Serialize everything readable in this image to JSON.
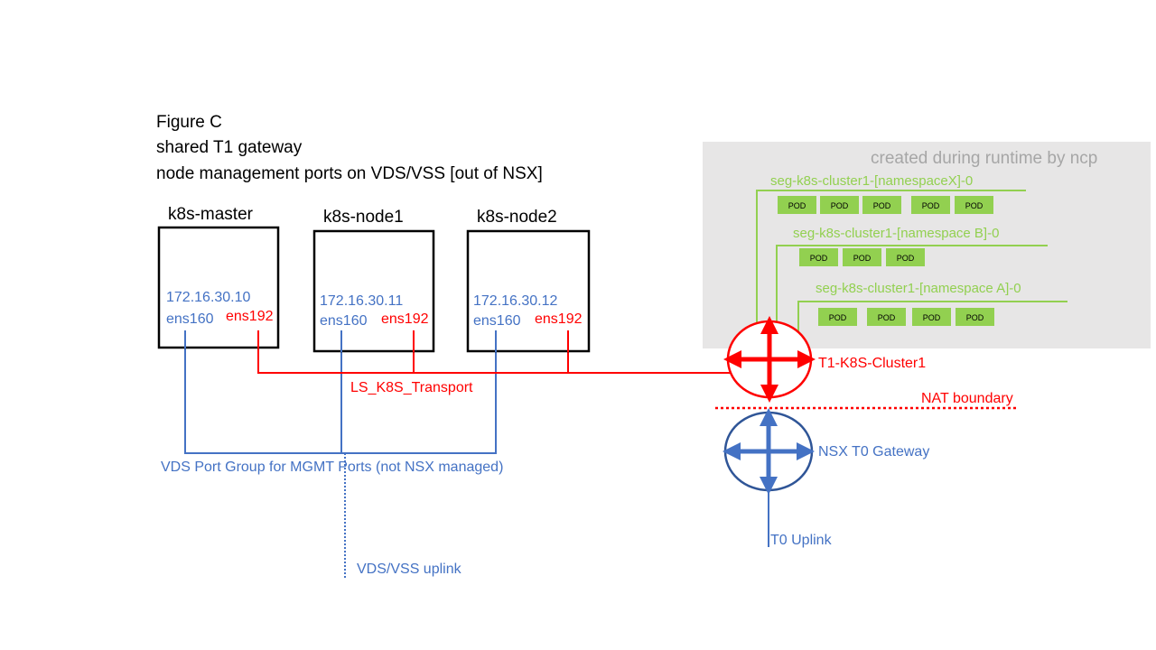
{
  "figure": {
    "title_line1": "Figure C",
    "title_line2": "shared T1 gateway",
    "title_line3": "node management ports on VDS/VSS [out of NSX]"
  },
  "nodes": [
    {
      "name": "k8s-master",
      "ip": "172.16.30.10",
      "mgmt_if": "ens160",
      "transport_if": "ens192"
    },
    {
      "name": "k8s-node1",
      "ip": "172.16.30.11",
      "mgmt_if": "ens160",
      "transport_if": "ens192"
    },
    {
      "name": "k8s-node2",
      "ip": "172.16.30.12",
      "mgmt_if": "ens160",
      "transport_if": "ens192"
    }
  ],
  "runtime_area": {
    "label": "created during runtime by ncp",
    "segments": [
      {
        "label": "seg-k8s-cluster1-[namespaceX]-0",
        "pods": [
          "POD",
          "POD",
          "POD",
          "POD",
          "POD"
        ]
      },
      {
        "label": "seg-k8s-cluster1-[namespace B]-0",
        "pods": [
          "POD",
          "POD",
          "POD"
        ]
      },
      {
        "label": "seg-k8s-cluster1-[namespace A]-0",
        "pods": [
          "POD",
          "POD",
          "POD",
          "POD"
        ]
      }
    ]
  },
  "networks": {
    "transport_label": "LS_K8S_Transport",
    "mgmt_label": "VDS Port Group for MGMT Ports (not NSX managed)",
    "vds_uplink_label": "VDS/VSS uplink",
    "nat_boundary_label": "NAT boundary",
    "t1_label": "T1-K8S-Cluster1",
    "t0_label": "NSX T0 Gateway",
    "t0_uplink_label": "T0 Uplink"
  },
  "colors": {
    "blue": "#4472c4",
    "red": "#ff0000",
    "green": "#92d050",
    "runtime_bg": "#e7e6e6",
    "runtime_text": "#a6a6a6",
    "t0_ring": "#2f5597"
  }
}
